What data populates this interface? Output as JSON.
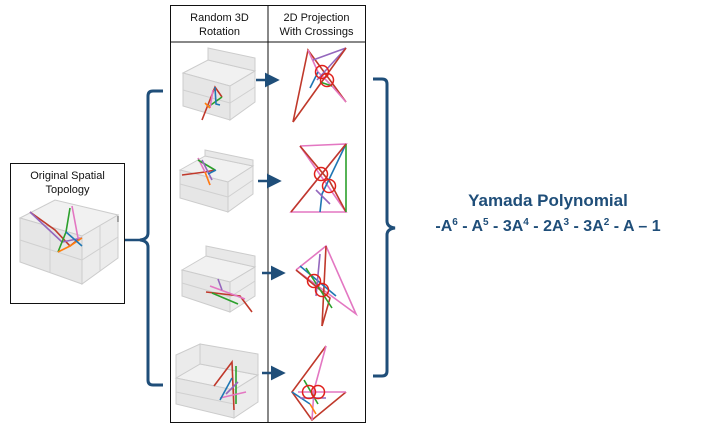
{
  "original": {
    "title_line1": "Original Spatial",
    "title_line2": "Topology"
  },
  "columns": {
    "rotation_line1": "Random 3D",
    "rotation_line2": "Rotation",
    "projection_line1": "2D Projection",
    "projection_line2": "With Crossings"
  },
  "result": {
    "title": "Yamada Polynomial",
    "terms": [
      {
        "prefix": "-A",
        "exp": "6"
      },
      {
        "prefix": " - A",
        "exp": "5"
      },
      {
        "prefix": " - 3A",
        "exp": "4"
      },
      {
        "prefix": " - 2A",
        "exp": "3"
      },
      {
        "prefix": " - 3A",
        "exp": "2"
      },
      {
        "prefix": " - A – 1",
        "exp": ""
      }
    ]
  },
  "colors": {
    "brace": "#1f4e79",
    "crossing": "#e0201b",
    "edge_red": "#c0392b",
    "edge_green": "#2ca02c",
    "edge_blue": "#1f77b4",
    "edge_pink": "#e377c2",
    "edge_orange": "#ff7f0e",
    "edge_purple": "#9467bd"
  }
}
